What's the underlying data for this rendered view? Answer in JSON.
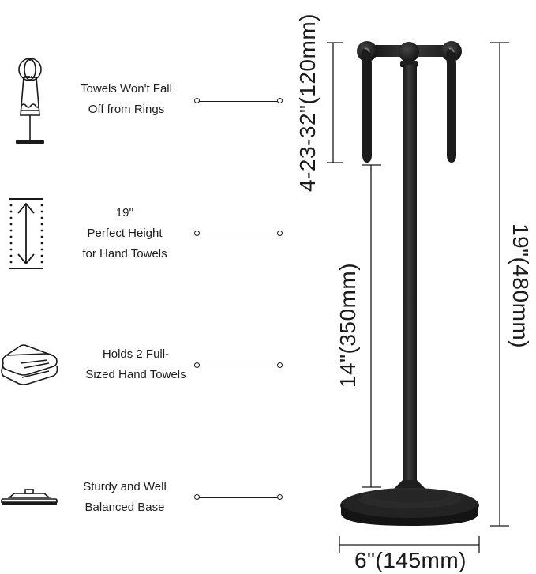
{
  "features": [
    {
      "id": "rings",
      "icon": "towel-on-ring-icon",
      "lines": [
        "Towels Won't Fall",
        "Off from Rings"
      ]
    },
    {
      "id": "height",
      "icon": "height-arrow-icon",
      "lines": [
        "19''",
        "Perfect Height",
        "for Hand Towels"
      ]
    },
    {
      "id": "capacity",
      "icon": "folded-towels-icon",
      "lines": [
        "Holds 2 Full-",
        "Sized Hand Towels"
      ]
    },
    {
      "id": "base",
      "icon": "weighted-base-icon",
      "lines": [
        "Sturdy and Well",
        "Balanced Base"
      ]
    }
  ],
  "dimensions": {
    "ring_drop": "4-23-32\"(120mm)",
    "ring_to_base": "14\"(350mm)",
    "total_height": "19\"(480mm)",
    "base_width": "6\"(145mm)"
  },
  "colors": {
    "product": "#1c1c1c",
    "product_highlight": "#4a4a4a",
    "line": "#1a1a1a",
    "background": "#ffffff"
  }
}
